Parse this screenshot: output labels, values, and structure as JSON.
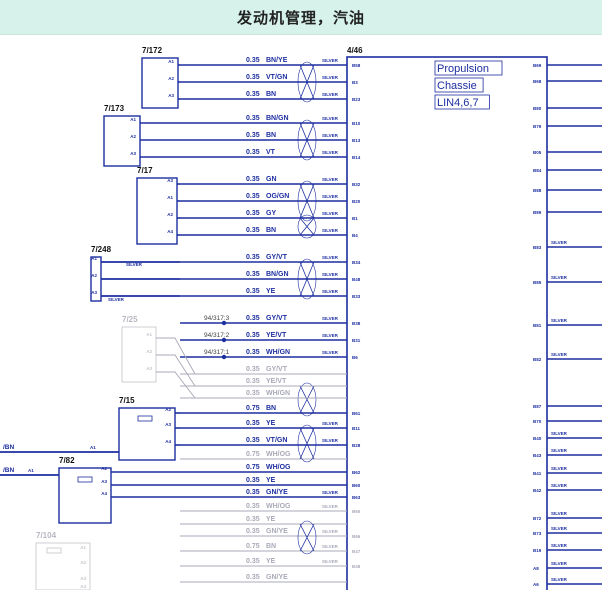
{
  "header": {
    "title": "发动机管理，汽油"
  },
  "colors": {
    "wire": "#1d2ea0",
    "faded": "#a9a9b8",
    "ecu": "#1d2ea0",
    "label": "#1d2ea0"
  },
  "ecu": {
    "ref": "4/46",
    "lines": [
      "Propulsion",
      "Chassie",
      "LIN4,6,7"
    ]
  },
  "connectors": [
    {
      "id": "c1",
      "ref": "7/172",
      "faded": false,
      "pins": [
        "A1",
        "A2",
        "A3"
      ]
    },
    {
      "id": "c2",
      "ref": "7/173",
      "faded": false,
      "pins": [
        "A1",
        "A2",
        "A3"
      ]
    },
    {
      "id": "c3",
      "ref": "7/17",
      "faded": false,
      "pins": [
        "A3",
        "A1",
        "A2",
        "A4"
      ]
    },
    {
      "id": "c4",
      "ref": "7/248",
      "faded": false,
      "pins": [
        "A1",
        "A2",
        "A3"
      ]
    },
    {
      "id": "c5",
      "ref": "7/25",
      "faded": true,
      "pins": [
        "A1",
        "A2",
        "A3"
      ]
    },
    {
      "id": "c6",
      "ref": "7/15",
      "faded": false,
      "pins": [
        "A2",
        "A3",
        "A4"
      ]
    },
    {
      "id": "c7",
      "ref": "7/82",
      "faded": false,
      "pins": [
        "A2",
        "A3",
        "A4"
      ]
    },
    {
      "id": "c8",
      "ref": "7/104",
      "faded": true,
      "pins": [
        "A1",
        "A2",
        "A3",
        "A4"
      ]
    }
  ],
  "wires": [
    {
      "size": "0.35",
      "color": "BN/YE",
      "shield": "SILVER",
      "pin": "B58",
      "faded": false
    },
    {
      "size": "0.35",
      "color": "VT/GN",
      "shield": "SILVER",
      "pin": "B3",
      "faded": false
    },
    {
      "size": "0.35",
      "color": "BN",
      "shield": "SILVER",
      "pin": "B23",
      "faded": false
    },
    {
      "size": "0.35",
      "color": "BN/GN",
      "shield": "SILVER",
      "pin": "B10",
      "faded": false
    },
    {
      "size": "0.35",
      "color": "BN",
      "shield": "SILVER",
      "pin": "B13",
      "faded": false
    },
    {
      "size": "0.35",
      "color": "VT",
      "shield": "SILVER",
      "pin": "B14",
      "faded": false
    },
    {
      "size": "0.35",
      "color": "GN",
      "shield": "SILVER",
      "pin": "B32",
      "faded": false
    },
    {
      "size": "0.35",
      "color": "OG/GN",
      "shield": "SILVER",
      "pin": "B20",
      "faded": false
    },
    {
      "size": "0.35",
      "color": "GY",
      "shield": "SILVER",
      "pin": "B1",
      "faded": false
    },
    {
      "size": "0.35",
      "color": "BN",
      "shield": "SILVER",
      "pin": "B4",
      "faded": false
    },
    {
      "size": "0.35",
      "color": "GY/VT",
      "shield": "SILVER",
      "pin": "B34",
      "faded": false
    },
    {
      "size": "0.35",
      "color": "BN/GN",
      "shield": "SILVER",
      "pin": "B48",
      "faded": false
    },
    {
      "size": "0.35",
      "color": "YE",
      "shield": "SILVER",
      "pin": "B33",
      "faded": false
    },
    {
      "size": "0.35",
      "color": "GY/VT",
      "shield": "SILVER",
      "pin": "B38",
      "faded": false
    },
    {
      "size": "0.35",
      "color": "YE/VT",
      "shield": "SILVER",
      "pin": "B31",
      "faded": false
    },
    {
      "size": "0.35",
      "color": "WH/GN",
      "shield": "SILVER",
      "pin": "B6",
      "faded": false
    },
    {
      "size": "0.35",
      "color": "GY/VT",
      "shield": "",
      "pin": "",
      "faded": true
    },
    {
      "size": "0.35",
      "color": "YE/VT",
      "shield": "",
      "pin": "",
      "faded": true
    },
    {
      "size": "0.35",
      "color": "WH/GN",
      "shield": "",
      "pin": "",
      "faded": true
    },
    {
      "size": "0.75",
      "color": "BN",
      "shield": "",
      "pin": "B61",
      "faded": false
    },
    {
      "size": "0.35",
      "color": "YE",
      "shield": "SILVER",
      "pin": "B11",
      "faded": false
    },
    {
      "size": "0.35",
      "color": "VT/GN",
      "shield": "SILVER",
      "pin": "B28",
      "faded": false
    },
    {
      "size": "0.75",
      "color": "WH/OG",
      "shield": "",
      "pin": "",
      "faded": true
    },
    {
      "size": "0.75",
      "color": "WH/OG",
      "shield": "",
      "pin": "B62",
      "faded": false
    },
    {
      "size": "0.35",
      "color": "YE",
      "shield": "",
      "pin": "B60",
      "faded": false
    },
    {
      "size": "0.35",
      "color": "GN/YE",
      "shield": "SILVER",
      "pin": "B63",
      "faded": false
    },
    {
      "size": "0.35",
      "color": "WH/OG",
      "shield": "SILVER",
      "pin": "B65",
      "faded": true
    },
    {
      "size": "0.35",
      "color": "YE",
      "shield": "",
      "pin": "",
      "faded": true
    },
    {
      "size": "0.35",
      "color": "GN/YE",
      "shield": "SILVER",
      "pin": "B66",
      "faded": true
    },
    {
      "size": "0.75",
      "color": "BN",
      "shield": "SILVER",
      "pin": "B47",
      "faded": true
    },
    {
      "size": "0.35",
      "color": "YE",
      "shield": "SILVER",
      "pin": "B48",
      "faded": true
    },
    {
      "size": "0.35",
      "color": "GN/YE",
      "shield": "",
      "pin": "",
      "faded": true
    }
  ],
  "splices": [
    "94/317:3",
    "94/317:2",
    "94/317:1"
  ],
  "left_wires": [
    {
      "color": "/BN",
      "pin": "A1"
    },
    {
      "color": "/BN",
      "pin": "A1"
    }
  ],
  "right_pins": [
    {
      "pin": "B69",
      "shield": ""
    },
    {
      "pin": "B68",
      "shield": ""
    },
    {
      "pin": "B80",
      "shield": ""
    },
    {
      "pin": "B79",
      "shield": ""
    },
    {
      "pin": "B05",
      "shield": ""
    },
    {
      "pin": "B84",
      "shield": ""
    },
    {
      "pin": "B88",
      "shield": ""
    },
    {
      "pin": "B89",
      "shield": ""
    },
    {
      "pin": "B83",
      "shield": "SILVER"
    },
    {
      "pin": "B85",
      "shield": "SILVER"
    },
    {
      "pin": "B81",
      "shield": "SILVER"
    },
    {
      "pin": "B82",
      "shield": "SILVER"
    },
    {
      "pin": "B87",
      "shield": ""
    },
    {
      "pin": "B70",
      "shield": ""
    },
    {
      "pin": "B40",
      "shield": "SILVER"
    },
    {
      "pin": "B43",
      "shield": "SILVER"
    },
    {
      "pin": "B41",
      "shield": "SILVER"
    },
    {
      "pin": "B42",
      "shield": "SILVER"
    },
    {
      "pin": "B72",
      "shield": "SILVER"
    },
    {
      "pin": "B73",
      "shield": "SILVER"
    },
    {
      "pin": "B19",
      "shield": "SILVER"
    },
    {
      "pin": "A8",
      "shield": "SILVER"
    },
    {
      "pin": "A6",
      "shield": "SILVER"
    }
  ]
}
